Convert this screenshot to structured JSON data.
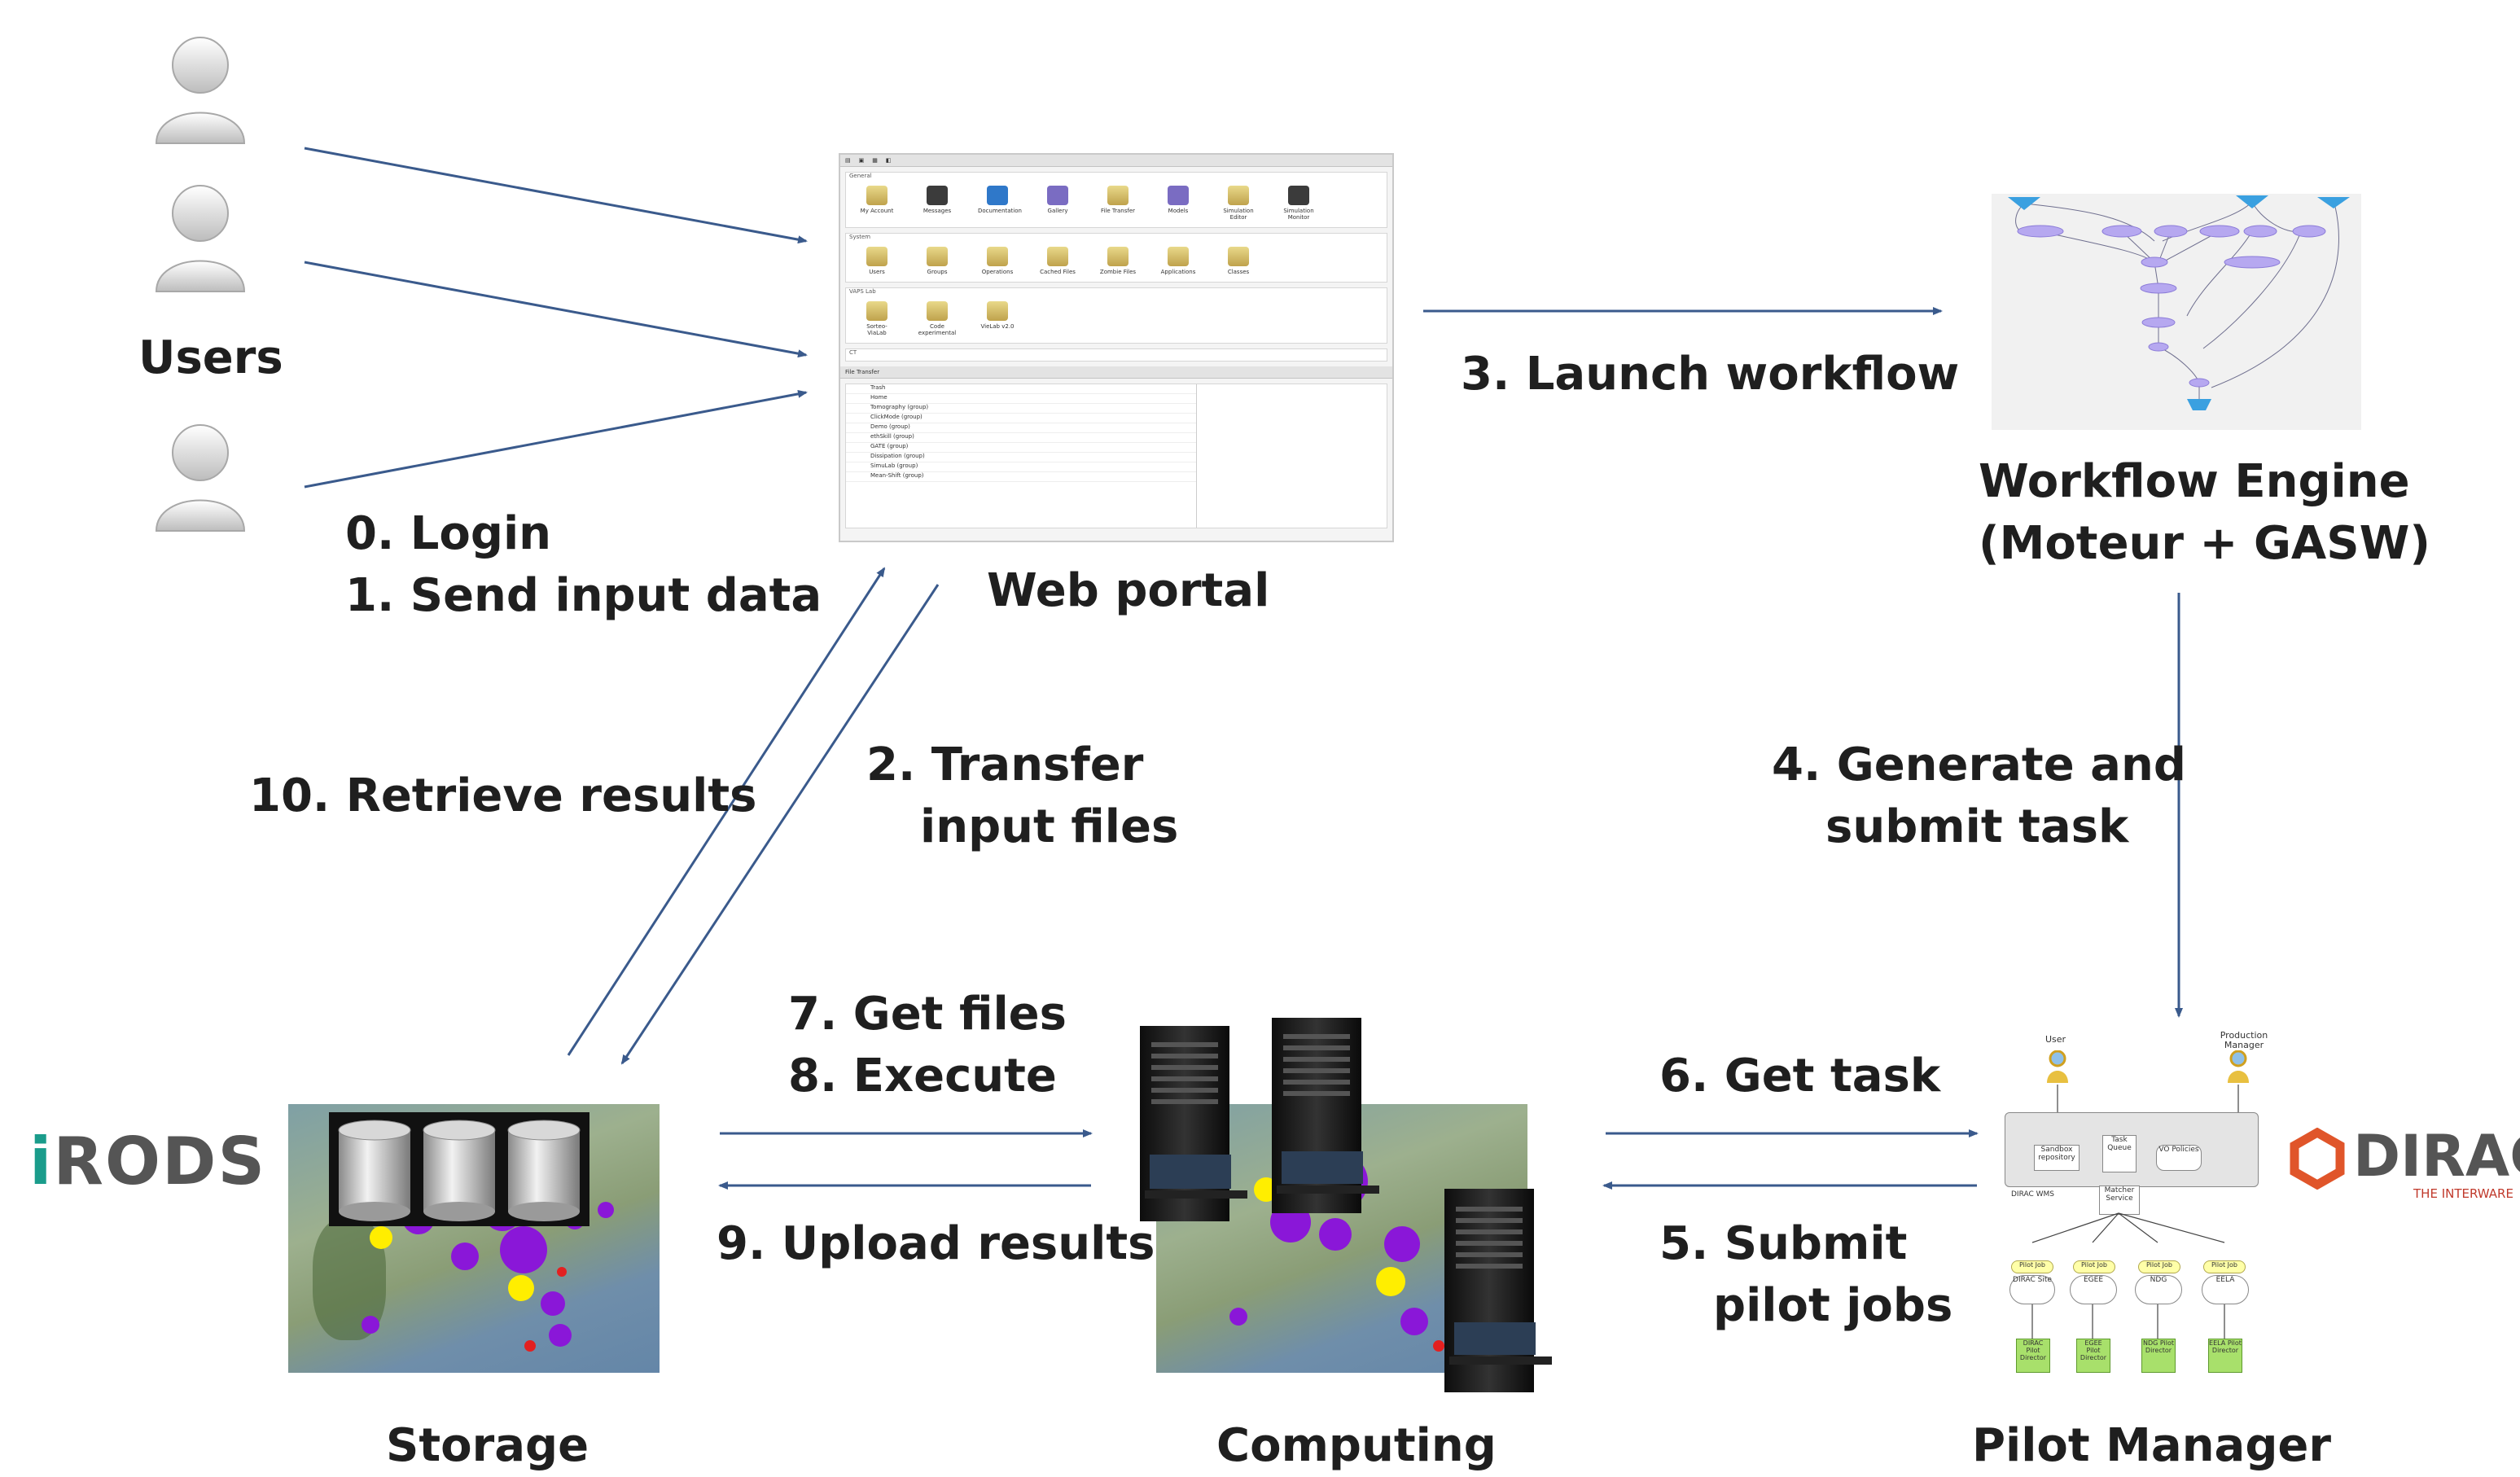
{
  "nodes": {
    "users": "Users",
    "web_portal": "Web portal",
    "workflow_engine_line1": "Workflow Engine",
    "workflow_engine_line2": "(Moteur + GASW)",
    "storage": "Storage",
    "computing": "Computing",
    "pilot_manager": "Pilot Manager"
  },
  "steps": {
    "s0": "0. Login",
    "s1": "1. Send input data",
    "s2a": "2. Transfer",
    "s2b": "input files",
    "s3": "3. Launch workflow",
    "s4a": "4. Generate and",
    "s4b": "submit task",
    "s5a": "5. Submit",
    "s5b": "pilot jobs",
    "s6": "6. Get task",
    "s7": "7. Get files",
    "s8": "8. Execute",
    "s9": "9. Upload results",
    "s10": "10. Retrieve results"
  },
  "logos": {
    "irods_i": "i",
    "irods_rest": "RODS",
    "dirac": "DIRAC",
    "dirac_tagline": "THE INTERWARE"
  },
  "portal": {
    "sections": [
      "General",
      "System",
      "VAPS Lab",
      "CT"
    ],
    "general_icons": [
      "My Account",
      "Messages",
      "Documentation",
      "Gallery",
      "File Transfer",
      "Models",
      "Simulation Editor",
      "Simulation Monitor"
    ],
    "system_icons": [
      "Users",
      "Groups",
      "Operations",
      "Cached Files",
      "Zombie Files",
      "Applications",
      "Classes"
    ],
    "lab_icons": [
      "Sorteo-ViaLab",
      "Code experimental",
      "VieLab v2.0"
    ],
    "file_transfer_title": "File Transfer",
    "file_rows": [
      "Trash",
      "Home",
      "Tomography (group)",
      "ClickMode (group)",
      "Demo (group)",
      "ethSkill (group)",
      "GATE (group)",
      "Dissipation (group)",
      "SimuLab (group)",
      "Mean-Shift (group)"
    ]
  },
  "pilot_manager_diagram": {
    "user": "User",
    "production_manager": "Production Manager",
    "sandbox": "Sandbox repository",
    "task_queue": "Task Queue",
    "vo_policies": "VO Policies",
    "dirac_wms": "DIRAC WMS",
    "matcher": "Matcher Service",
    "pilot_job": "Pilot Job",
    "sites": [
      "DIRAC Site",
      "EGEE",
      "NDG",
      "EELA"
    ],
    "directors": [
      "DIRAC Pilot Director",
      "EGEE Pilot Director",
      "NDG Pilot Director",
      "EELA Pilot Director"
    ]
  },
  "colors": {
    "arrow": "#3a5a8c",
    "label": "#1f1f1f",
    "irods": "#1a9c8b",
    "dirac_red": "#c0392b"
  }
}
